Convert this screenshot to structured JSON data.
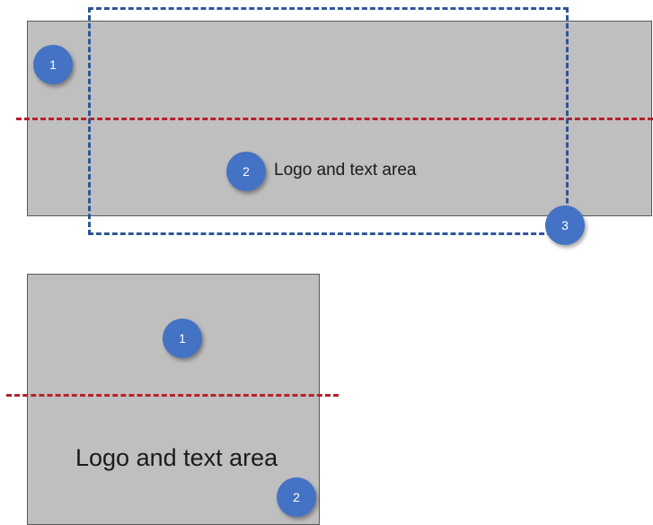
{
  "wide_layout": {
    "area_label": "Logo and text area",
    "markers": [
      "1",
      "2",
      "3"
    ]
  },
  "square_layout": {
    "area_label": "Logo and text area",
    "markers": [
      "1",
      "2"
    ]
  },
  "colors": {
    "panel_fill": "#bfbfbf",
    "panel_border": "#595959",
    "guide_line": "#b4222a",
    "safe_zone_outline": "#2e5597",
    "marker_fill": "#4472c4",
    "marker_text": "#ffffff"
  }
}
